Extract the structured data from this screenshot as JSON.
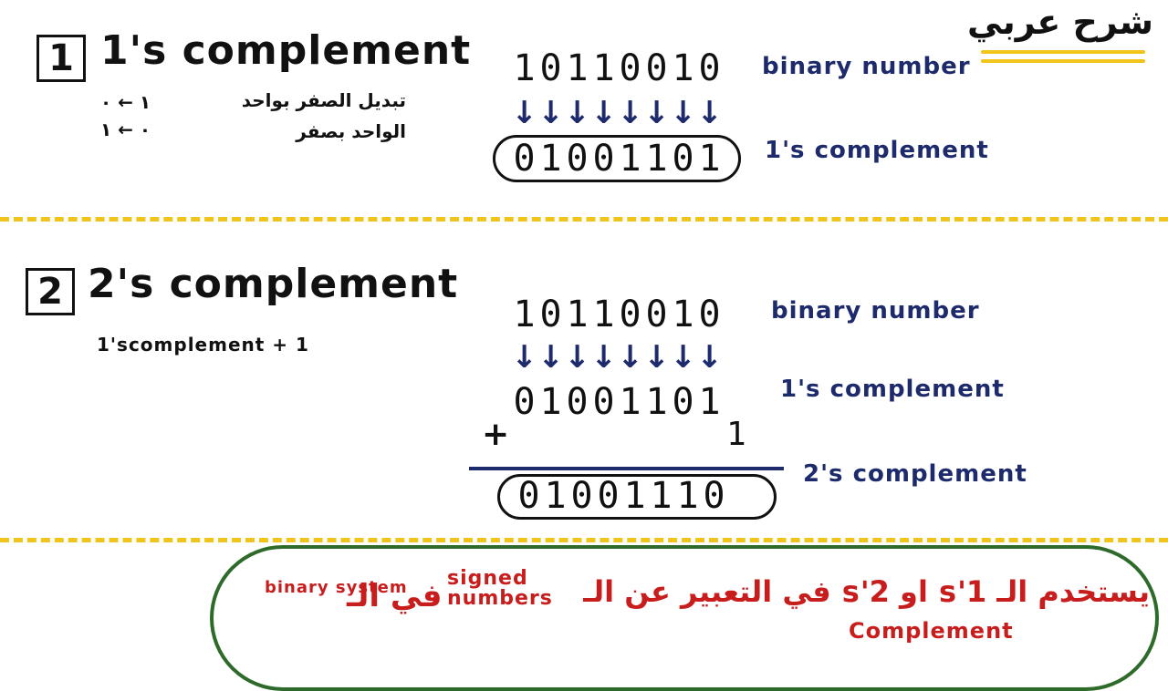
{
  "header": {
    "title_ar": "شرح عربي"
  },
  "section1": {
    "number": "1",
    "title": "1's complement",
    "note_ar_line1": "تبديل الصفر بواحد",
    "note_ar_line2": "الواحد بصفر",
    "note_map_line1": "١ ← ٠",
    "note_map_line2": "٠ ← ١",
    "binary_label": "binary number",
    "complement_label": "1's complement",
    "binary_digits": [
      "1",
      "0",
      "1",
      "1",
      "0",
      "0",
      "1",
      "0"
    ],
    "complement_digits": [
      "0",
      "1",
      "0",
      "0",
      "1",
      "1",
      "0",
      "1"
    ],
    "arrow_glyph": "↓"
  },
  "section2": {
    "number": "2",
    "title": "2's complement",
    "formula": "1'scomplement + 1",
    "binary_label": "binary number",
    "ones_label": "1's complement",
    "twos_label": "2's complement",
    "binary_digits": [
      "1",
      "0",
      "1",
      "1",
      "0",
      "0",
      "1",
      "0"
    ],
    "ones_digits": [
      "0",
      "1",
      "0",
      "0",
      "1",
      "1",
      "0",
      "1"
    ],
    "plus_sign": "+",
    "plus_one": "1",
    "result_digits": [
      "0",
      "1",
      "0",
      "0",
      "1",
      "1",
      "1",
      "0"
    ],
    "arrow_glyph": "↓"
  },
  "footer_note": {
    "text_ar_main": "يستخدم الـ 1's او 2's في التعبير عن الـ",
    "signed_numbers": "signed numbers",
    "in_the": "في الـ",
    "binary_system": "binary system",
    "complement_word": "Complement"
  },
  "colors": {
    "navy": "#1d2a6b",
    "red": "#c81d1d",
    "green": "#2e6b2a",
    "yellow": "#f0c419"
  }
}
